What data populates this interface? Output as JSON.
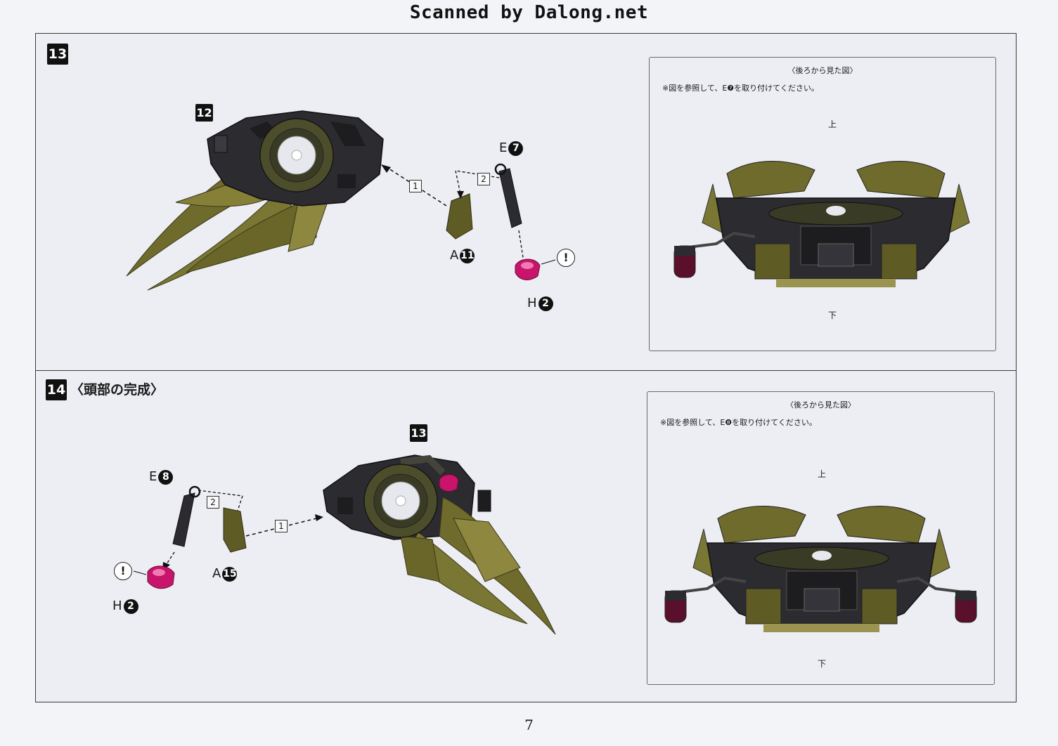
{
  "watermark": "Scanned by Dalong.net",
  "page_number": "7",
  "steps": [
    {
      "number": "13",
      "title": "",
      "sub_ref": "12",
      "parts": [
        {
          "letter": "E",
          "number": "7"
        },
        {
          "letter": "A",
          "number": "11"
        },
        {
          "letter": "H",
          "number": "2"
        }
      ],
      "sequence": [
        "1",
        "2"
      ],
      "caution_mark": "!",
      "inset": {
        "title": "〈後ろから見た図〉",
        "note": "※図を参照して、E❼を取り付けてください。",
        "top_label": "上",
        "bottom_label": "下"
      }
    },
    {
      "number": "14",
      "title": "〈頭部の完成〉",
      "sub_ref": "13",
      "parts": [
        {
          "letter": "E",
          "number": "8"
        },
        {
          "letter": "A",
          "number": "15"
        },
        {
          "letter": "H",
          "number": "2"
        }
      ],
      "sequence": [
        "1",
        "2"
      ],
      "caution_mark": "!",
      "inset": {
        "title": "〈後ろから見た図〉",
        "note": "※図を参照して、E❽を取り付けてください。",
        "top_label": "上",
        "bottom_label": "下"
      }
    }
  ],
  "colors": {
    "olive": "#6f6b2c",
    "dark_plate": "#2b2b30",
    "clear_red": "#c8146a",
    "lens": "#e6e8ee"
  },
  "icons": [
    "fan-disc-icon",
    "clear-red-part-icon",
    "caution-icon",
    "arrow-icon"
  ]
}
